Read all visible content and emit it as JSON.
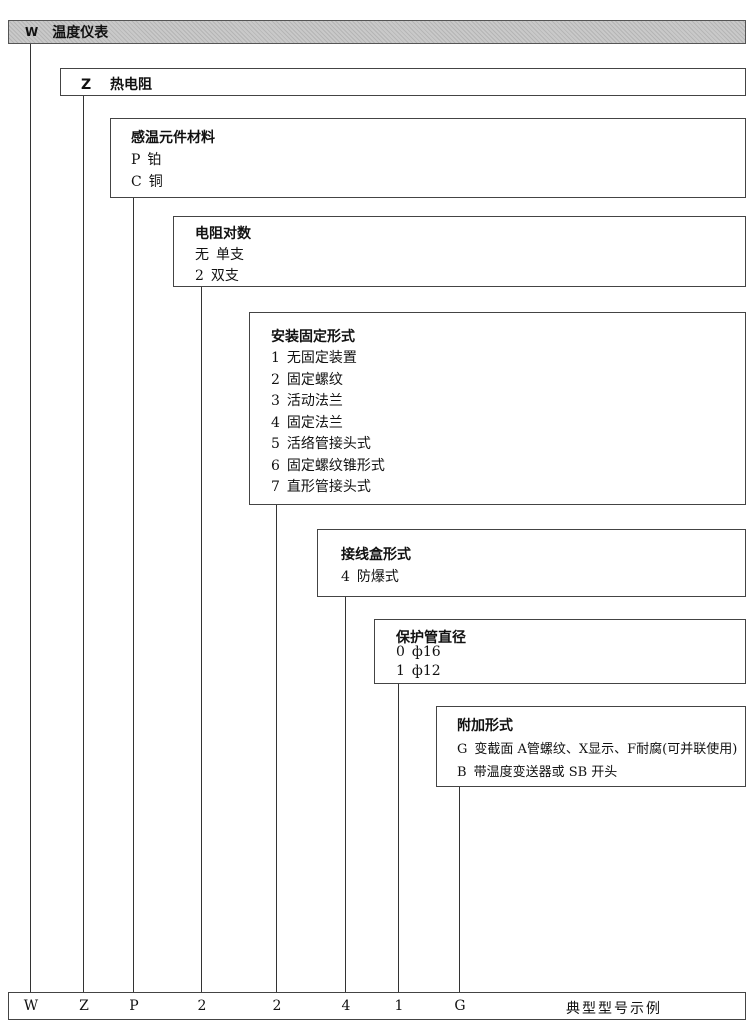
{
  "header": {
    "code": "W",
    "label": "温度仪表"
  },
  "sections": [
    {
      "code": "Z",
      "label": "热电阻",
      "items": []
    },
    {
      "title": "感温元件材料",
      "items": [
        {
          "code": "P",
          "text": "铂"
        },
        {
          "code": "C",
          "text": "铜"
        }
      ]
    },
    {
      "title": "电阻对数",
      "items": [
        {
          "code": "无",
          "text": "单支"
        },
        {
          "code": "2",
          "text": "双支"
        }
      ]
    },
    {
      "title": "安装固定形式",
      "items": [
        {
          "code": "1",
          "text": "无固定装置"
        },
        {
          "code": "2",
          "text": "固定螺纹"
        },
        {
          "code": "3",
          "text": "活动法兰"
        },
        {
          "code": "4",
          "text": "固定法兰"
        },
        {
          "code": "5",
          "text": "活络管接头式"
        },
        {
          "code": "6",
          "text": "固定螺纹锥形式"
        },
        {
          "code": "7",
          "text": "直形管接头式"
        }
      ]
    },
    {
      "title": "接线盒形式",
      "items": [
        {
          "code": "4",
          "text": "防爆式"
        }
      ]
    },
    {
      "title": "保护管直径",
      "items": [
        {
          "code": "0",
          "text": "ф16"
        },
        {
          "code": "1",
          "text": "ф12"
        }
      ]
    },
    {
      "title": "附加形式",
      "items": [
        {
          "code": "G",
          "text": "变截面 A管螺纹、X显示、F耐腐(可并联使用)"
        },
        {
          "code": "B",
          "text": "带温度变送器或 SB 开头"
        }
      ]
    }
  ],
  "example": {
    "codes": [
      "W",
      "Z",
      "P",
      "2",
      "2",
      "4",
      "1",
      "G"
    ],
    "label": "典型型号示例"
  }
}
